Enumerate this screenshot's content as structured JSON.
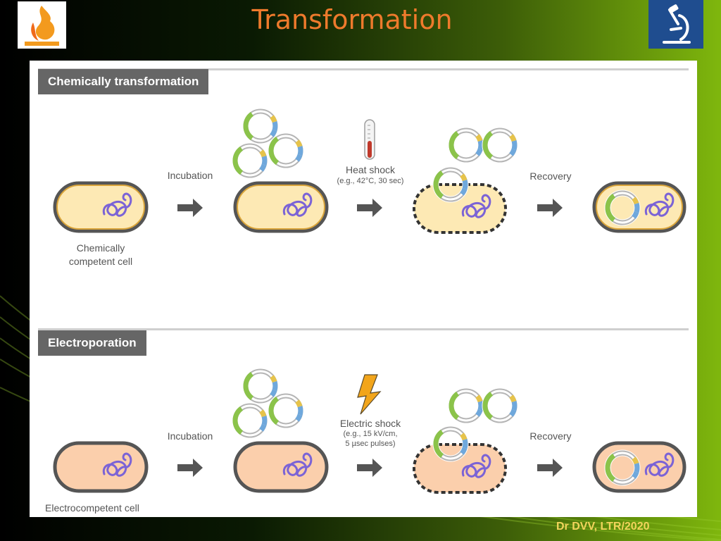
{
  "slide": {
    "title": "Transformation",
    "footer": "Dr DVV, LTR/2020"
  },
  "colors": {
    "title_orange": "#ee7a2c",
    "chem_cell_fill": "#fde9b4",
    "electro_cell_fill": "#fbcfac",
    "cell_border": "#d9a43a",
    "dna": "#7b63d6",
    "plasmid_green": "#8bc34a",
    "plasmid_blue": "#6fa8dc",
    "plasmid_yellow": "#e6c34a",
    "arrow": "#555555",
    "bolt": "#f2a51b"
  },
  "chemical": {
    "heading": "Chemically transformation",
    "cell_label_1": "Chemically",
    "cell_label_2": "competent cell",
    "step1": "Incubation",
    "shock_title": "Heat shock",
    "shock_detail": "(e.g., 42°C, 30 sec)",
    "step3": "Recovery"
  },
  "electroporation": {
    "heading": "Electroporation",
    "cell_label": "Electrocompetent cell",
    "step1": "Incubation",
    "shock_title": "Electric shock",
    "shock_detail_1": "(e.g., 15 kV/cm,",
    "shock_detail_2": "5 µsec pulses)",
    "step3": "Recovery"
  }
}
